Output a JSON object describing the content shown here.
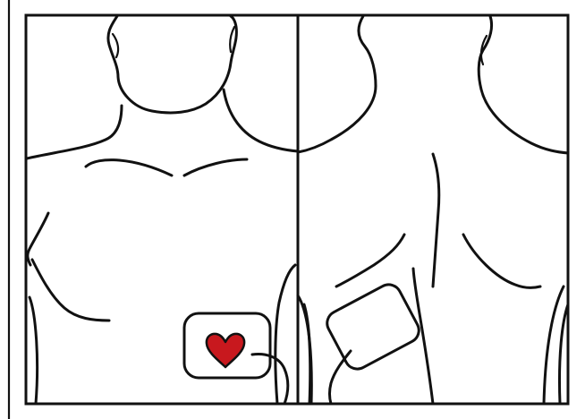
{
  "figure": {
    "panels": [
      "front-view",
      "back-view"
    ],
    "colors": {
      "line": "#111111",
      "background": "#ffffff",
      "heart_fill": "#c8181e"
    },
    "icons": [
      "heart-icon",
      "electrode-pad-front",
      "electrode-pad-back"
    ]
  }
}
